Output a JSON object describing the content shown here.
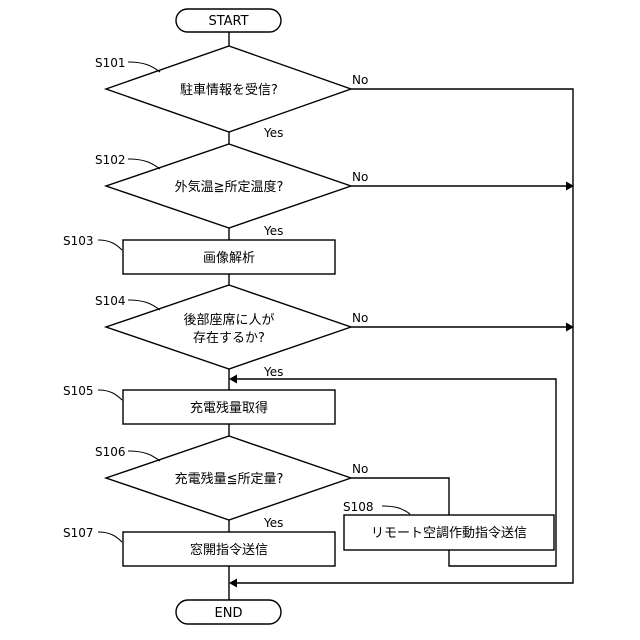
{
  "start": "START",
  "end": "END",
  "s101": {
    "label": "S101",
    "text": "駐車情報を受信?"
  },
  "s102": {
    "label": "S102",
    "text": "外気温≧所定温度?"
  },
  "s103": {
    "label": "S103",
    "text": "画像解析"
  },
  "s104": {
    "label": "S104",
    "line1": "後部座席に人が",
    "line2": "存在するか?"
  },
  "s105": {
    "label": "S105",
    "text": "充電残量取得"
  },
  "s106": {
    "label": "S106",
    "text": "充電残量≦所定量?"
  },
  "s107": {
    "label": "S107",
    "text": "窓開指令送信"
  },
  "s108": {
    "label": "S108",
    "text": "リモート空調作動指令送信"
  },
  "yes": "Yes",
  "no": "No"
}
